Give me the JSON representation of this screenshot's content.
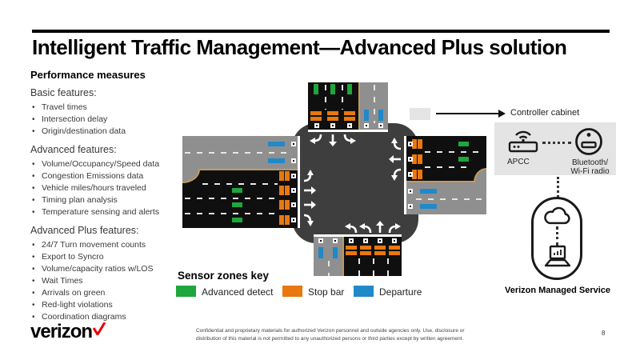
{
  "title": "Intelligent Traffic Management—Advanced Plus solution",
  "sidebar": {
    "heading": "Performance measures",
    "sections": [
      {
        "label": "Basic features:",
        "items": [
          "Travel times",
          "Intersection delay",
          "Origin/destination data"
        ]
      },
      {
        "label": "Advanced features:",
        "items": [
          "Volume/Occupancy/Speed data",
          "Congestion Emissions data",
          "Vehicle miles/hours traveled",
          "Timing plan analysis",
          "Temperature sensing and alerts"
        ]
      },
      {
        "label": "Advanced Plus features:",
        "items": [
          "24/7 Turn movement counts",
          "Export to Syncro",
          "Volume/capacity ratios w/LOS",
          "Wait Times",
          "Arrivals on green",
          "Red-light violations",
          "Coordination diagrams"
        ]
      }
    ]
  },
  "diagram": {
    "legend_heading": "Sensor zones key",
    "legend": [
      {
        "label": "Advanced detect",
        "color": "#1FA63C"
      },
      {
        "label": "Stop bar",
        "color": "#E8780F"
      },
      {
        "label": "Departure",
        "color": "#2089C9"
      }
    ]
  },
  "right_panel": {
    "controller_label": "Controller cabinet",
    "apcc_label": "APCC",
    "radio_label_line1": "Bluetooth/",
    "radio_label_line2": "Wi-Fi radio",
    "managed_service_label": "Verizon Managed Service"
  },
  "footer": {
    "logo_text": "verizon",
    "confidential_line1": "Confidential and proprietary materials for authorized Verizon personnel and outside agencies only. Use, disclosure or",
    "confidential_line2": "distribution of this material is not permitted to any unauthorized persons or third parties except by written agreement.",
    "page_number": "8"
  },
  "colors": {
    "green": "#1FA63C",
    "orange": "#E8780F",
    "blue": "#2089C9",
    "red": "#E60000",
    "roaddark": "#0F0F0F",
    "crossgray": "#3E3E3E",
    "depgray": "#8F8F8F",
    "panelgray": "#E4E4E4",
    "tan": "#C49A56"
  }
}
